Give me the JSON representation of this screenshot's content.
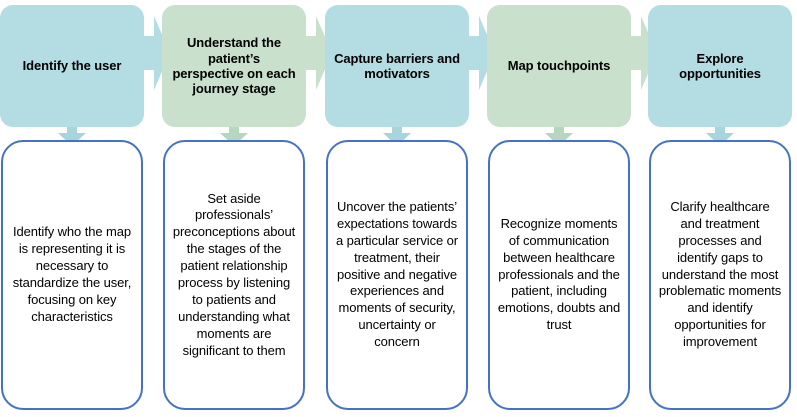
{
  "diagram": {
    "title": "Patient journey mapping steps",
    "colors": {
      "stage_blue": "#b4dce3",
      "stage_green": "#c8e0cc",
      "detail_border": "#4472c4",
      "detail_fill": "#ffffff",
      "arrow_blue": "#b4dce3",
      "arrow_green": "#c8e0cc",
      "text": "#000000"
    },
    "stages": [
      {
        "id": "identify-the-user",
        "label": "Identify the user",
        "fill": "blue",
        "detail": "Identify who the map is representing it is necessary to standardize the user, focusing on key characteristics"
      },
      {
        "id": "understand-the-patients-perspective",
        "label": "Understand the patient’s perspective on each journey stage",
        "fill": "green",
        "detail": "Set aside professionals’ preconceptions about the stages of the patient relationship process by listening to patients and understanding what moments are significant to them"
      },
      {
        "id": "capture-barriers-and-motivators",
        "label": "Capture barriers and motivators",
        "fill": "blue",
        "detail": "Uncover the patients’ expectations towards a particular service or treatment, their positive and negative experiences and moments of security, uncertainty or concern"
      },
      {
        "id": "map-touchpoints",
        "label": "Map touchpoints",
        "fill": "green",
        "detail": "Recognize moments of communication between healthcare professionals and the patient, including emotions, doubts and trust"
      },
      {
        "id": "explore-opportunities",
        "label": "Explore opportunities",
        "fill": "blue",
        "detail": "Clarify healthcare and treatment processes and identify gaps to understand the most problematic moments and identify opportunities for improvement"
      }
    ]
  }
}
